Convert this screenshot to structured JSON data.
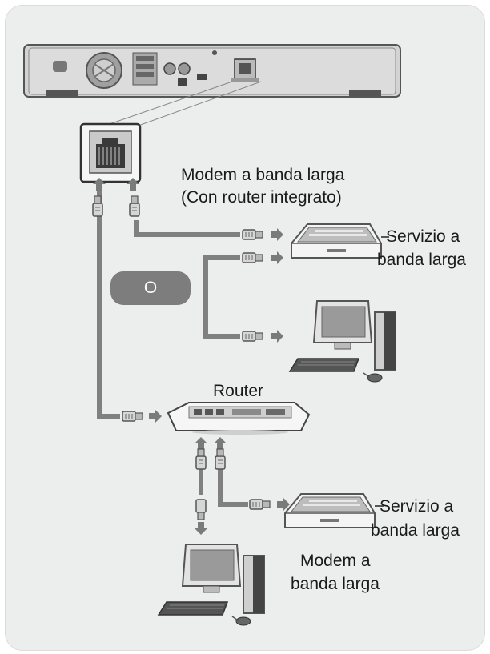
{
  "labels": {
    "modem_router_line1": "Modem a banda larga",
    "modem_router_line2": "(Con router integrato)",
    "service_top_line1": "Servizio a",
    "service_top_line2": "banda larga",
    "or_text": "O",
    "router": "Router",
    "service_bottom_line1": "Servizio a",
    "service_bottom_line2": "banda larga",
    "modem_bottom_line1": "Modem a",
    "modem_bottom_line2": "banda larga"
  },
  "colors": {
    "panel": "#eceeee",
    "cable": "#808080",
    "arrow": "#7a7a7a",
    "device_body": "#d8d8d8",
    "device_dark": "#444444",
    "or_badge": "#7d7d7d"
  },
  "icons": [
    "player-rear-panel-icon",
    "lan-port-closeup-icon",
    "rj45-plug-icon",
    "arrow-right-icon",
    "arrow-up-icon",
    "arrow-down-icon",
    "modem-icon",
    "router-icon",
    "desktop-computer-icon"
  ]
}
